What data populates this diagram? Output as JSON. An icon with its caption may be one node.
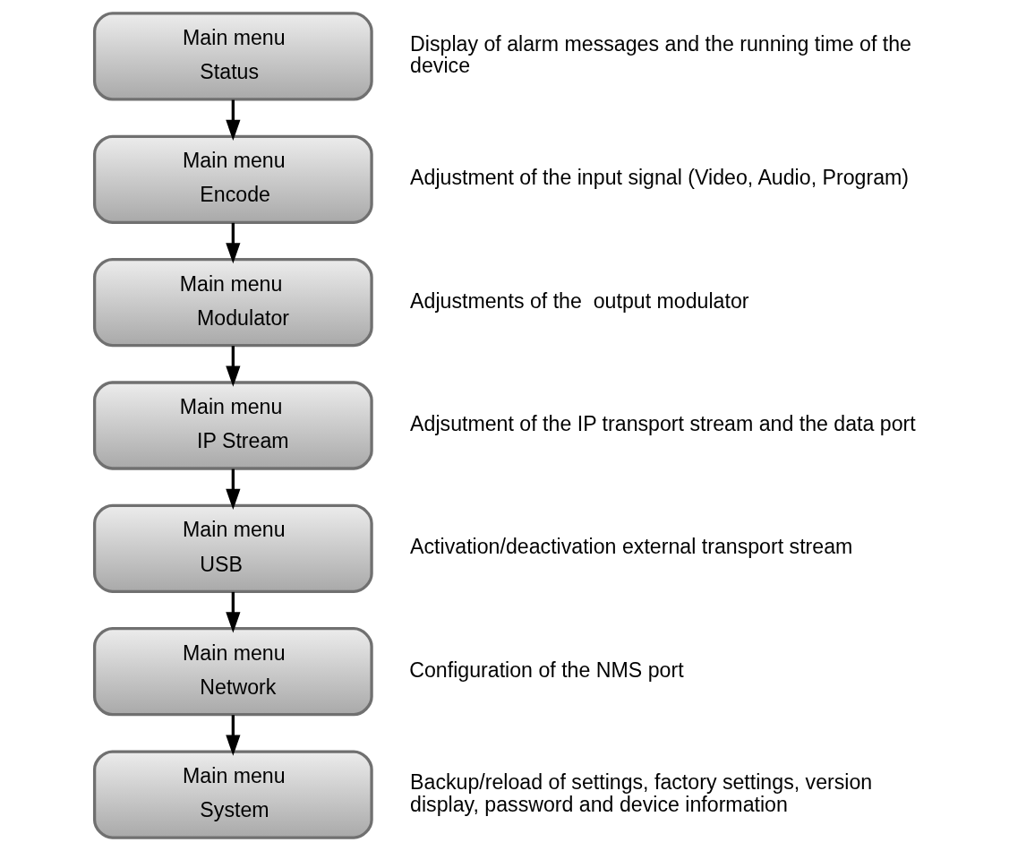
{
  "diagram": {
    "nodes": [
      {
        "text": [
          "Main menu",
          "Status"
        ],
        "beside": [
          "Display of alarm messages and the running time of the device"
        ]
      },
      {
        "text": [
          "Main menu",
          "Encode"
        ],
        "beside": [
          "Adjustment of the input signal (Video, Audio, Program)"
        ]
      },
      {
        "text": [
          "Main menu",
          "Modulator"
        ],
        "beside": [
          "Adjustments of the  output modulator"
        ]
      },
      {
        "text": [
          "Main menu",
          "IP Stream"
        ],
        "beside": [
          "Adjsutment of the IP transport stream and the data port"
        ]
      },
      {
        "text": [
          "Main menu",
          "USB"
        ],
        "beside": [
          "Activation/deactivation external transport stream"
        ]
      },
      {
        "text": [
          "Main menu",
          "Network"
        ],
        "beside": [
          "Configuration of the NMS port"
        ]
      },
      {
        "text": [
          "Main menu",
          "System"
        ],
        "beside": [
          "Backup/reload of settings, factory settings, version display, password and device information"
        ]
      }
    ],
    "edges": [
      {
        "from": 0,
        "to": 1,
        "arrow": "to"
      },
      {
        "from": 1,
        "to": 2,
        "arrow": "to"
      },
      {
        "from": 2,
        "to": 3,
        "arrow": "to"
      },
      {
        "from": 3,
        "to": 4,
        "arrow": "to"
      },
      {
        "from": 4,
        "to": 5,
        "arrow": "to"
      },
      {
        "from": 5,
        "to": 6,
        "arrow": "to"
      }
    ]
  }
}
